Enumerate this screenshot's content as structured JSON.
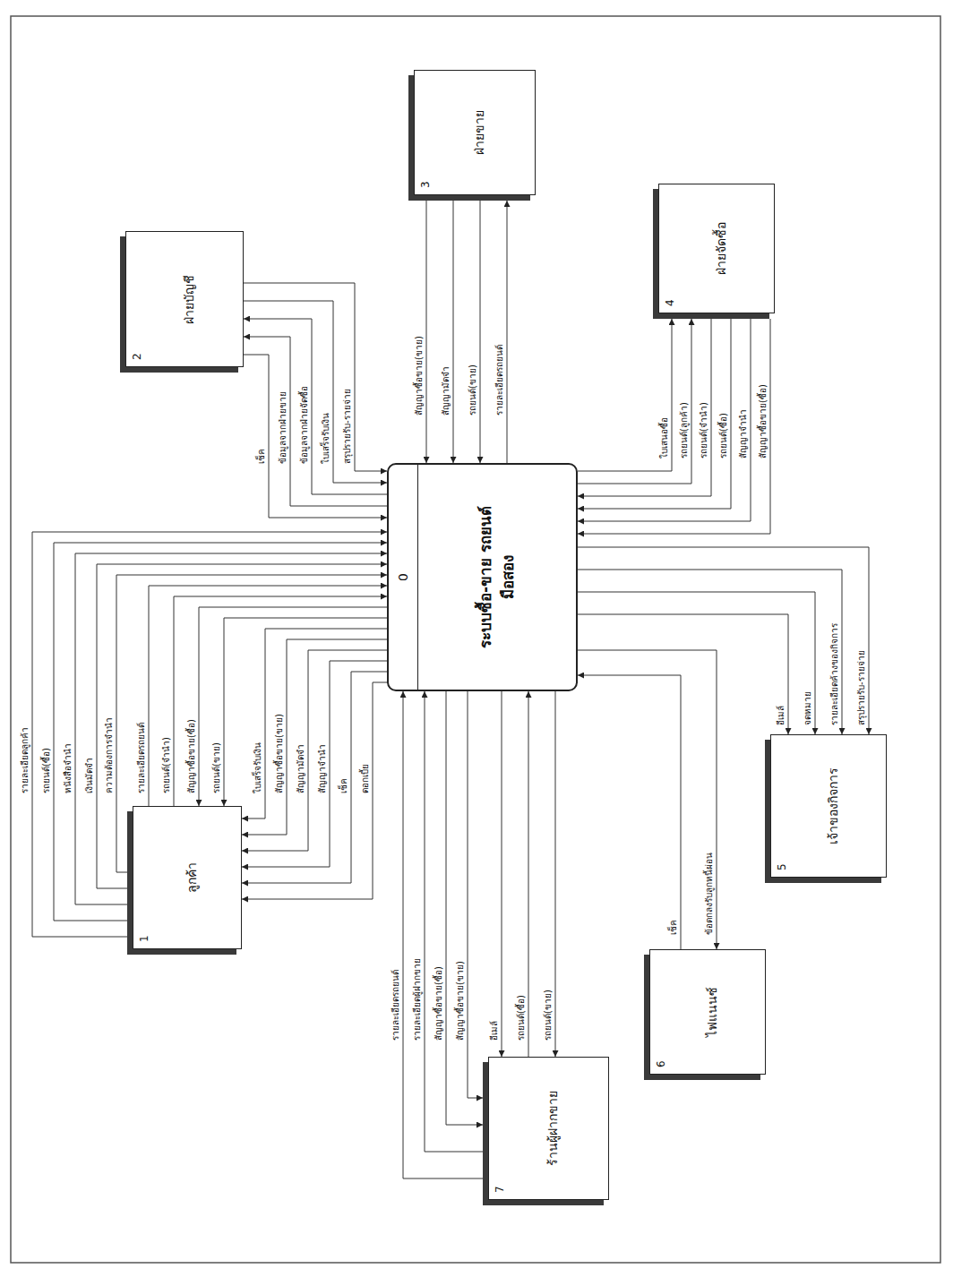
{
  "diagram": {
    "nodes": [
      {
        "text": [
          "0",
          "ระบบซื้อ-ขาย รถยนต์มือสอง"
        ]
      },
      {
        "text": [
          "1",
          "ลูกค้า"
        ]
      },
      {
        "text": [
          "2",
          "ฝ่ายบัญชี"
        ]
      },
      {
        "text": [
          "3",
          "ฝ่ายขาย"
        ]
      },
      {
        "text": [
          "4",
          "ฝ่ายจัดซื้อ"
        ]
      },
      {
        "text": [
          "5",
          "เจ้าของกิจการ"
        ]
      },
      {
        "text": [
          "6",
          "ไฟแนนซ์"
        ]
      },
      {
        "text": [
          "7",
          "ร้านผู้ฝากขาย"
        ]
      }
    ],
    "edges": [
      {
        "from": 1,
        "to": 0,
        "label": "รายละเอียดลูกค้า",
        "arrow": "to"
      },
      {
        "from": 1,
        "to": 0,
        "label": "รถยนต์(ซื้อ)",
        "arrow": "to"
      },
      {
        "from": 1,
        "to": 0,
        "label": "หนังสือจำนำ",
        "arrow": "to"
      },
      {
        "from": 1,
        "to": 0,
        "label": "เงินมัดจำ",
        "arrow": "to"
      },
      {
        "from": 1,
        "to": 0,
        "label": "ความต้องการจำนำ",
        "arrow": "to"
      },
      {
        "from": 1,
        "to": 0,
        "label": "รายละเอียดรถยนต์",
        "arrow": "to"
      },
      {
        "from": 1,
        "to": 0,
        "label": "รถยนต์(จำนำ)",
        "arrow": "to"
      },
      {
        "from": 0,
        "to": 1,
        "label": "สัญญาซื้อขาย(ซื้อ)",
        "arrow": "to"
      },
      {
        "from": 0,
        "to": 1,
        "label": "รถยนต์(ขาย)",
        "arrow": "to"
      },
      {
        "from": 0,
        "to": 1,
        "label": "ใบเสร็จรับเงิน",
        "arrow": "to"
      },
      {
        "from": 0,
        "to": 1,
        "label": "สัญญาซื้อขาย(ขาย)",
        "arrow": "to"
      },
      {
        "from": 0,
        "to": 1,
        "label": "สัญญามัดจำ",
        "arrow": "to"
      },
      {
        "from": 0,
        "to": 1,
        "label": "สัญญาจำนำ",
        "arrow": "to"
      },
      {
        "from": 0,
        "to": 1,
        "label": "เช็ค",
        "arrow": "to"
      },
      {
        "from": 0,
        "to": 1,
        "label": "ดอกเบี้ย",
        "arrow": "to"
      },
      {
        "from": 2,
        "to": 0,
        "label": "เช็ค",
        "arrow": "to"
      },
      {
        "from": 0,
        "to": 2,
        "label": "ข้อมูลจากฝ่ายขาย",
        "arrow": "to"
      },
      {
        "from": 0,
        "to": 2,
        "label": "ข้อมูลจากฝ่ายจัดซื้อ",
        "arrow": "to"
      },
      {
        "from": 2,
        "to": 0,
        "label": "ใบเสร็จรับเงิน",
        "arrow": "to"
      },
      {
        "from": 2,
        "to": 0,
        "label": "สรุปรายรับ-รายจ่าย",
        "arrow": "to"
      },
      {
        "from": 3,
        "to": 0,
        "label": "สัญญาซื้อขาย(ขาย)",
        "arrow": "to"
      },
      {
        "from": 3,
        "to": 0,
        "label": "สัญญามัดจำ",
        "arrow": "to"
      },
      {
        "from": 3,
        "to": 0,
        "label": "รถยนต์(ขาย)",
        "arrow": "to"
      },
      {
        "from": 0,
        "to": 3,
        "label": "รายละเอียดรถยนต์",
        "arrow": "to"
      },
      {
        "from": 0,
        "to": 4,
        "label": "ใบเสนอซื้อ",
        "arrow": "to"
      },
      {
        "from": 0,
        "to": 4,
        "label": "รถยนต์(ลูกค้า)",
        "arrow": "to"
      },
      {
        "from": 4,
        "to": 0,
        "label": "รถยนต์(จำนำ)",
        "arrow": "to"
      },
      {
        "from": 4,
        "to": 0,
        "label": "รถยนต์(ซื้อ)",
        "arrow": "to"
      },
      {
        "from": 4,
        "to": 0,
        "label": "สัญญาจำนำ",
        "arrow": "to"
      },
      {
        "from": 4,
        "to": 0,
        "label": "สัญญาซื้อขาย(ซื้อ)",
        "arrow": "to"
      },
      {
        "from": 0,
        "to": 5,
        "label": "อีเมล์",
        "arrow": "to"
      },
      {
        "from": 0,
        "to": 5,
        "label": "จดหมาย",
        "arrow": "to"
      },
      {
        "from": 0,
        "to": 5,
        "label": "รายละเอียดค้างของกิจการ",
        "arrow": "to"
      },
      {
        "from": 0,
        "to": 5,
        "label": "สรุปรายรับ-รายจ่าย",
        "arrow": "to"
      },
      {
        "from": 6,
        "to": 0,
        "label": "เช็ค",
        "arrow": "to"
      },
      {
        "from": 0,
        "to": 6,
        "label": "ข้อตกลงรับลูกหนี้ผ่อน",
        "arrow": "to"
      },
      {
        "from": 7,
        "to": 0,
        "label": "รายละเอียดรถยนต์",
        "arrow": "to"
      },
      {
        "from": 7,
        "to": 0,
        "label": "รายละเอียดผู้ฝากขาย",
        "arrow": "to"
      },
      {
        "from": 0,
        "to": 7,
        "label": "สัญญาซื้อขาย(ซื้อ)",
        "arrow": "to"
      },
      {
        "from": 0,
        "to": 7,
        "label": "สัญญาซื้อขาย(ขาย)",
        "arrow": "to"
      },
      {
        "from": 0,
        "to": 7,
        "label": "อีเมล์",
        "arrow": "to"
      },
      {
        "from": 7,
        "to": 0,
        "label": "รถยนต์(ซื้อ)",
        "arrow": "to"
      },
      {
        "from": 0,
        "to": 7,
        "label": "รถยนต์(ขาย)",
        "arrow": "to"
      }
    ]
  }
}
